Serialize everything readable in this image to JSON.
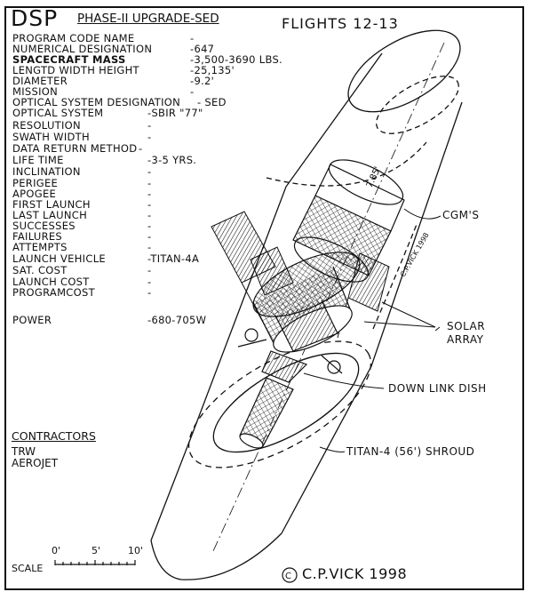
{
  "header": {
    "title": "DSP",
    "subtitle": "PHASE-II UPGRADE-SED",
    "flights": "FLIGHTS 12-13"
  },
  "specs": [
    {
      "label": "PROGRAM CODE NAME",
      "value": "-"
    },
    {
      "label": "NUMERICAL DESIGNATION",
      "value": "-647"
    },
    {
      "label": "SPACECRAFT MASS",
      "value": "-3,500-3690 LBS."
    },
    {
      "label": "LENGTD WIDTH HEIGHT",
      "value": "-25,135'"
    },
    {
      "label": "DIAMETER",
      "value": "-9.2'"
    },
    {
      "label": "MISSION",
      "value": "-"
    },
    {
      "label": "OPTICAL SYSTEM DESIGNATION",
      "value": "- SED"
    },
    {
      "label": "OPTICAL SYSTEM",
      "value": "-SBIR \"77\""
    },
    {
      "label": "RESOLUTION",
      "value": "-"
    },
    {
      "label": "SWATH WIDTH",
      "value": "-"
    },
    {
      "label": "DATA RETURN METHOD",
      "value": "-"
    },
    {
      "label": "LIFE TIME",
      "value": "-3-5 YRS."
    },
    {
      "label": "INCLINATION",
      "value": "-"
    },
    {
      "label": "PERIGEE",
      "value": "-"
    },
    {
      "label": "APOGEE",
      "value": "-"
    },
    {
      "label": "FIRST LAUNCH",
      "value": "-"
    },
    {
      "label": "LAST LAUNCH",
      "value": "-"
    },
    {
      "label": "SUCCESSES",
      "value": "-"
    },
    {
      "label": "FAILURES",
      "value": "-"
    },
    {
      "label": "ATTEMPTS",
      "value": "-"
    },
    {
      "label": "LAUNCH VEHICLE",
      "value": "-TITAN-4A"
    },
    {
      "label": "SAT. COST",
      "value": "-"
    },
    {
      "label": "LAUNCH COST",
      "value": "-"
    },
    {
      "label": "PROGRAMCOST",
      "value": "-"
    }
  ],
  "power": {
    "label": "POWER",
    "value": "-680-705W"
  },
  "contractors": {
    "title": "CONTRACTORS",
    "items": [
      "TRW",
      "AEROJET"
    ]
  },
  "callouts": {
    "cgms": "CGM'S",
    "solar": "SOLAR",
    "array": "ARRAY",
    "downlink": "DOWN LINK DISH",
    "shroud": "TITAN-4 (56') SHROUD"
  },
  "drawing_text": {
    "length_mark": "7.85'",
    "signature": "C.P.VICK 1998"
  },
  "scale": {
    "label": "SCALE",
    "ticks": [
      "0'",
      "5'",
      "10'"
    ]
  },
  "credit": "C.P.VICK 1998"
}
